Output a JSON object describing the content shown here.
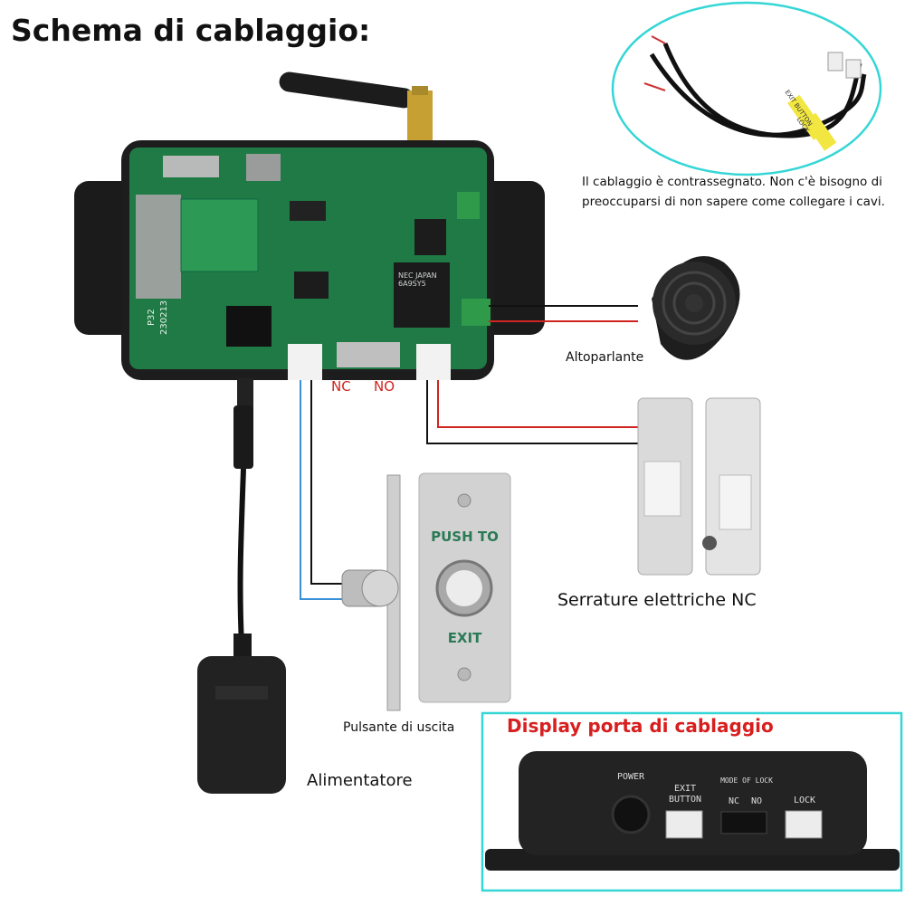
{
  "title": "Schema di cablaggio:",
  "harness_note": "Il cablaggio è contrassegnato. Non c'è bisogno di preoccuparsi di non sapere come collegare i cavi.",
  "harness_tags": {
    "exit": "EXIT BUTTON",
    "lock": "LOCK"
  },
  "board": {
    "model": "P32",
    "date": "230213",
    "chip": "NEC JAPAN 6A9SY5",
    "switch_nc": "NC",
    "switch_no": "NO"
  },
  "labels": {
    "speaker": "Altoparlante",
    "lock": "Serrature elettriche NC",
    "exit_button": "Pulsante di uscita",
    "power": "Alimentatore"
  },
  "exit_plate": {
    "top": "PUSH TO",
    "bottom": "EXIT"
  },
  "display": {
    "title": "Display porta di cablaggio",
    "power": "POWER",
    "exit_button": "EXIT BUTTON",
    "mode_of_lock": "MODE OF LOCK",
    "nc": "NC",
    "no": "NO",
    "lock": "LOCK"
  },
  "colors": {
    "wire_red": "#d0241f",
    "wire_black": "#111111",
    "wire_blue": "#3a8fd6",
    "board_green": "#1f7a45",
    "highlight_cyan": "#35d6d6",
    "display_red": "#d81f1f"
  }
}
